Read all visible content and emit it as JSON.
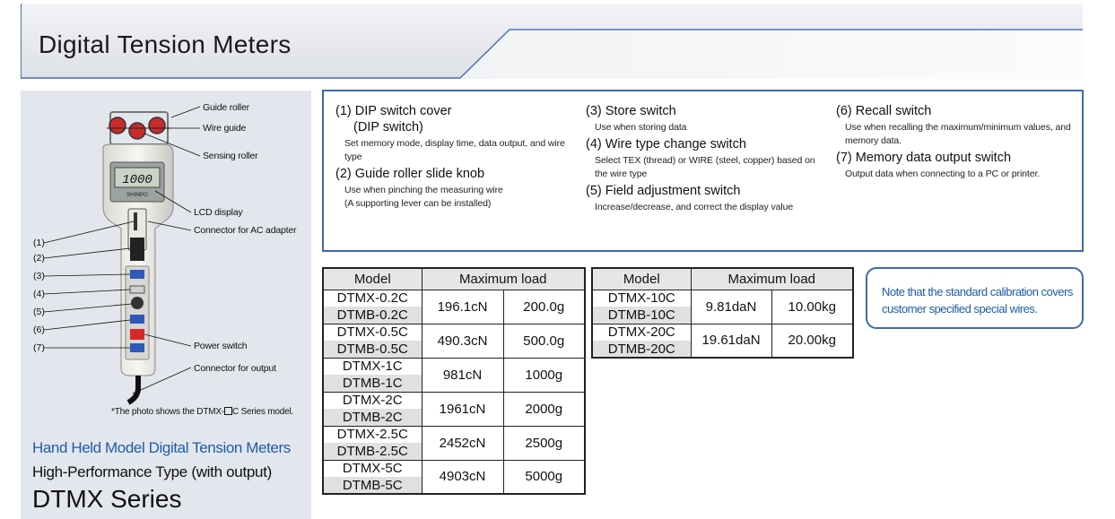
{
  "header": {
    "title": "Digital Tension Meters"
  },
  "product": {
    "lcd_value": "1000",
    "brand": "SHIMPO",
    "callouts": {
      "guide_roller": "Guide roller",
      "wire_guide": "Wire guide",
      "sensing_roller": "Sensing roller",
      "lcd_display": "LCD display",
      "ac_connector": "Connector for AC adapter",
      "power_switch": "Power switch",
      "output_connector": "Connector for output"
    },
    "numbers": [
      "(1)",
      "(2)",
      "(3)",
      "(4)",
      "(5)",
      "(6)",
      "(7)"
    ],
    "photo_note_prefix": "*The photo shows the DTMX-",
    "photo_note_suffix": "C Series model.",
    "subtitle_1": "Hand Held Model Digital Tension Meters",
    "subtitle_2": "High-Performance Type (with output)",
    "series": "DTMX Series"
  },
  "switches": {
    "s1_title": "(1) DIP switch cover",
    "s1_title2": "(DIP switch)",
    "s1_desc": "Set memory mode, display time, data output, and wire type",
    "s2_title": "(2) Guide roller slide knob",
    "s2_desc": "Use when pinching the measuring wire",
    "s2_desc2": "(A supporting lever can be installed)",
    "s3_title": "(3) Store switch",
    "s3_desc": "Use when storing data",
    "s4_title": "(4) Wire type change switch",
    "s4_desc": "Select TEX (thread) or WIRE (steel, copper) based on the wire type",
    "s5_title": "(5) Field adjustment switch",
    "s5_desc": "Increase/decrease, and correct the display value",
    "s6_title": "(6) Recall switch",
    "s6_desc": "Use when recalling the maximum/minimum values, and memory data.",
    "s7_title": "(7) Memory data output switch",
    "s7_desc": "Output data when connecting to a PC or printer."
  },
  "tables": {
    "header_model": "Model",
    "header_max_load": "Maximum load",
    "left_rows": [
      {
        "model_a": "DTMX-0.2C",
        "model_b": "DTMB-0.2C",
        "load_1": "196.1cN",
        "load_2": "200.0g"
      },
      {
        "model_a": "DTMX-0.5C",
        "model_b": "DTMB-0.5C",
        "load_1": "490.3cN",
        "load_2": "500.0g"
      },
      {
        "model_a": "DTMX-1C",
        "model_b": "DTMB-1C",
        "load_1": "981cN",
        "load_2": "1000g"
      },
      {
        "model_a": "DTMX-2C",
        "model_b": "DTMB-2C",
        "load_1": "1961cN",
        "load_2": "2000g"
      },
      {
        "model_a": "DTMX-2.5C",
        "model_b": "DTMB-2.5C",
        "load_1": "2452cN",
        "load_2": "2500g"
      },
      {
        "model_a": "DTMX-5C",
        "model_b": "DTMB-5C",
        "load_1": "4903cN",
        "load_2": "5000g"
      }
    ],
    "right_rows": [
      {
        "model_a": "DTMX-10C",
        "model_b": "DTMB-10C",
        "load_1": "9.81daN",
        "load_2": "10.00kg"
      },
      {
        "model_a": "DTMX-20C",
        "model_b": "DTMB-20C",
        "load_1": "19.61daN",
        "load_2": "20.00kg"
      }
    ]
  },
  "note": {
    "text": "Note that the standard calibration covers customer specified special wires."
  }
}
